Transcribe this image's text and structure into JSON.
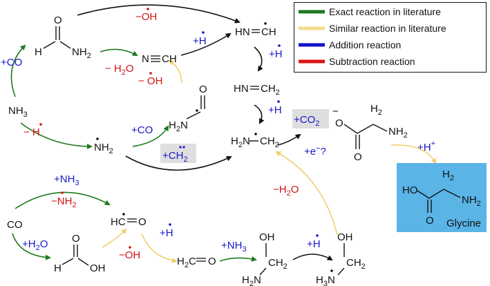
{
  "legend": {
    "items": [
      {
        "label": "Exact reaction in literature",
        "color": "#1e7a1e"
      },
      {
        "label": "Similar reaction in literature",
        "color": "#f3dc8c"
      },
      {
        "label": "Addition reaction",
        "color": "#1212c8"
      },
      {
        "label": "Subtraction reaction",
        "color": "#e01010"
      }
    ]
  },
  "colors": {
    "exact": "#1e7a1e",
    "similar": "#f3dc8c",
    "addition": "#1616c8",
    "subtraction": "#d01010",
    "plain": "#111111",
    "glycine_box": "#5ab4e6",
    "label_box": "#dedede"
  },
  "species": {
    "nh3": "NH3",
    "co": "CO",
    "formamide_h": "H",
    "formamide_o": "O",
    "formamide_nh2": "NH2",
    "hcn_n": "N",
    "hcn_ch": "CH",
    "imine_radical": "HN=CH",
    "methanimine": "HN=CH2",
    "nh2_radical": "NH2",
    "carbamoyl_o": "O",
    "carbamoyl_h2n": "H2N",
    "aminomethyl_h2n": "H2N",
    "aminomethyl_ch2": "CH2",
    "hco": "HC=O",
    "formic_o": "O",
    "formic_h": "H",
    "formic_oh": "OH",
    "formaldehyde": "H2C=O",
    "aminomethanol_oh": "OH",
    "aminomethanol_ch2": "CH2",
    "aminomethanol_h2n": "H2N",
    "radical_oh": "OH",
    "radical_ch2": "CH2",
    "radical_h3n": "H3N",
    "carboxylate_h2": "H2",
    "carboxylate_nh2": "NH2",
    "carboxylate_o": "O",
    "glycine_ho": "HO",
    "glycine_h2": "H2",
    "glycine_nh2": "NH2",
    "glycine_o": "O",
    "glycine_name": "Glycine"
  },
  "labels": {
    "plus_co_1": "+CO",
    "minus_oh_1": "−OH",
    "plus_h_1": "+H",
    "plus_h_2": "+H",
    "plus_h_3": "+H",
    "minus_h2o_1": "− H2O",
    "minus_oh_2": "OH",
    "minus_h": "− H",
    "plus_co_2": "+CO",
    "plus_ch2": "+CH2",
    "plus_co2": "+CO2",
    "plus_e": "+e−?",
    "plus_hplus": "+H+",
    "plus_nh3_1": "+NH3",
    "minus_nh2": "−NH2",
    "plus_h2o": "+H2O",
    "minus_oh_3": "OH",
    "plus_h_4": "+H",
    "plus_nh3_2": "+NH3",
    "plus_h_5": "+H",
    "minus_h2o_2": "−H2O"
  }
}
